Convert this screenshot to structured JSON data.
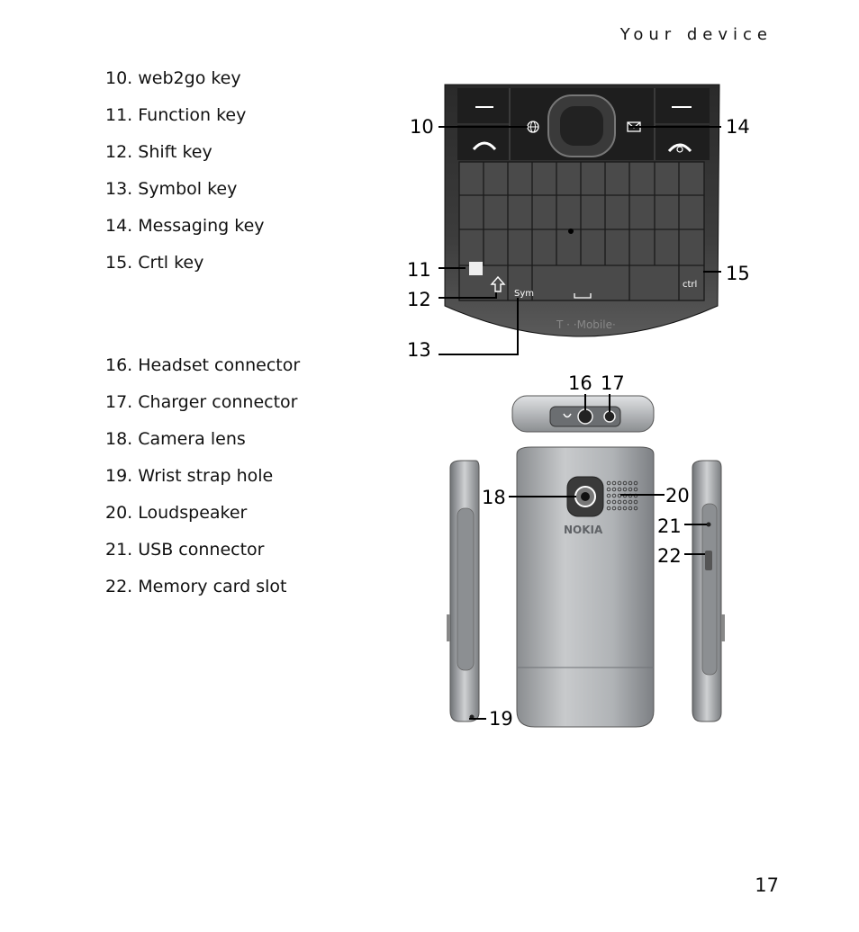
{
  "header": {
    "section_title": "Your device"
  },
  "legend": [
    {
      "num": "10",
      "label": "10. web2go key"
    },
    {
      "num": "11",
      "label": "11.  Function key"
    },
    {
      "num": "12",
      "label": "12. Shift key"
    },
    {
      "num": "13",
      "label": "13. Symbol key"
    },
    {
      "num": "14",
      "label": "14. Messaging key"
    },
    {
      "num": "15",
      "label": "15. Crtl key"
    },
    {
      "num": "16",
      "label": "16. Headset connector"
    },
    {
      "num": "17",
      "label": "17. Charger connector"
    },
    {
      "num": "18",
      "label": "18. Camera lens"
    },
    {
      "num": "19",
      "label": "19. Wrist strap hole"
    },
    {
      "num": "20",
      "label": "20. Loudspeaker"
    },
    {
      "num": "21",
      "label": "21. USB connector"
    },
    {
      "num": "22",
      "label": "22. Memory card slot"
    }
  ],
  "figure": {
    "callouts": {
      "c10": "10",
      "c11": "11",
      "c12": "12",
      "c13": "13",
      "c14": "14",
      "c15": "15",
      "c16": "16",
      "c17": "17",
      "c18": "18",
      "c19": "19",
      "c20": "20",
      "c21": "21",
      "c22": "22"
    },
    "key_labels": {
      "sym": "Sym",
      "ctrl": "ctrl"
    },
    "branding": {
      "carrier": "T · ·Mobile·",
      "maker": "NOKIA"
    }
  },
  "page": {
    "number": "17"
  }
}
